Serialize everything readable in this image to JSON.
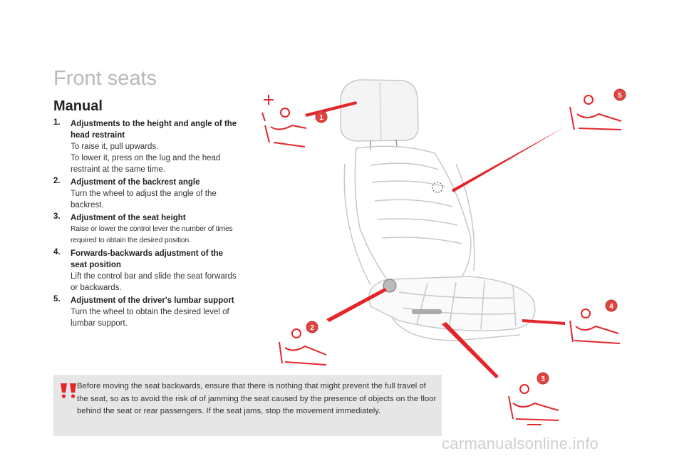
{
  "title": "Front seats",
  "subtitle": "Manual",
  "steps": [
    {
      "number": "1.",
      "title": "Adjustments to the height and angle of the head restraint",
      "description": "To raise it, pull upwards.\nTo lower it, press on the lug and the head restraint at the same time."
    },
    {
      "number": "2.",
      "title": "Adjustment of the backrest angle",
      "description": "Turn the wheel to adjust the angle of the backrest."
    },
    {
      "number": "3.",
      "title": "Adjustment of the seat height",
      "description": "Raise or lower the control lever the number of times required to obtain the desired position."
    },
    {
      "number": "4.",
      "title": "Forwards-backwards adjustment of the seat position",
      "description": "Lift the control bar and slide the seat forwards or backwards."
    },
    {
      "number": "5.",
      "title": "Adjustment of the driver's lumbar support",
      "description": "Turn the wheel to obtain the desired level of lumbar support."
    }
  ],
  "warning": {
    "icon": "exclamation-warning-icon",
    "text": "Before moving the seat backwards, ensure that there is nothing that might prevent the full travel of the seat, so as to avoid the risk of of jamming the seat caused by the presence of objects on the floor behind the seat or rear passengers. If the seat jams, stop the movement immediately."
  },
  "callouts": [
    "1",
    "2",
    "3",
    "4",
    "5"
  ],
  "watermark": "carmanualsonline.info",
  "colors": {
    "accent_red": "#e3262b",
    "badge_red": "#e0443f",
    "title_grey": "#b9b9b9",
    "warning_bg": "#e6e6e6"
  }
}
